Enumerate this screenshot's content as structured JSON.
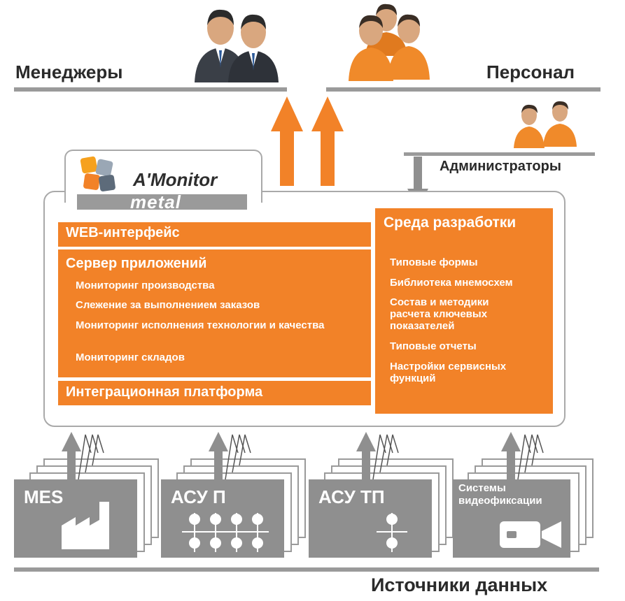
{
  "roles": {
    "managers": "Менеджеры",
    "personnel": "Персонал",
    "administrators": "Администраторы"
  },
  "product": {
    "logo_line1": "A'Monitor",
    "logo_line2": "metal"
  },
  "main_block": {
    "web_interface": "WEB-интерфейс",
    "app_server": "Сервер приложений",
    "app_server_items": [
      "Мониторинг производства",
      "Слежение за выполнением заказов",
      "Мониторинг исполнения технологии и качества",
      "Мониторинг складов"
    ],
    "integration_platform": "Интеграционная платформа"
  },
  "dev_environment": {
    "title": "Среда разработки",
    "items": [
      "Типовые формы",
      "Библиотека мнемосхем",
      "Состав и методики расчета ключевых показателей",
      "Типовые отчеты",
      "Настройки сервисных функций"
    ]
  },
  "sources": {
    "title": "Источники данных",
    "items": [
      {
        "label": "MES",
        "icon": "factory-icon"
      },
      {
        "label": "АСУ П",
        "icon": "abacus-icon"
      },
      {
        "label": "АСУ ТП",
        "icon": "process-icon"
      },
      {
        "label": "Системы видеофиксации",
        "icon": "video-camera-icon"
      }
    ]
  },
  "colors": {
    "accent": "#f28228",
    "gray": "#8f8f8f",
    "text": "#2a2a2a"
  }
}
